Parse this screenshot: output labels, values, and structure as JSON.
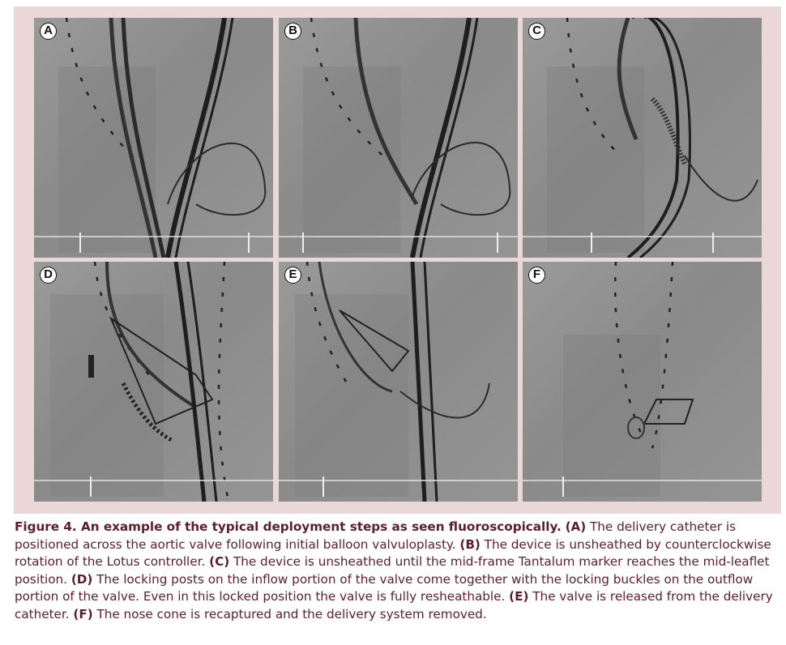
{
  "figure": {
    "panels": [
      {
        "id": "A",
        "label": "A"
      },
      {
        "id": "B",
        "label": "B"
      },
      {
        "id": "C",
        "label": "C"
      },
      {
        "id": "D",
        "label": "D"
      },
      {
        "id": "E",
        "label": "E"
      },
      {
        "id": "F",
        "label": "F"
      }
    ]
  },
  "caption": {
    "title": "Figure 4. An example of the typical deployment steps as seen fluoroscopically.",
    "segments": [
      {
        "ref": "(A)",
        "text": " The delivery catheter is positioned across the aortic valve following initial balloon valvuloplasty. "
      },
      {
        "ref": "(B)",
        "text": " The device is unsheathed by counterclockwise rotation of the Lotus controller. "
      },
      {
        "ref": "(C)",
        "text": " The device is unsheathed until the mid-frame Tantalum marker reaches the mid-leaflet position. "
      },
      {
        "ref": "(D)",
        "text": " The locking posts on the inflow portion of the valve come together with the locking buckles on the outflow portion of the valve. Even in this locked position the valve is fully resheathable. "
      },
      {
        "ref": "(E)",
        "text": " The valve is released from the delivery catheter. "
      },
      {
        "ref": "(F)",
        "text": " The nose cone is recaptured and the delivery system removed."
      }
    ]
  }
}
